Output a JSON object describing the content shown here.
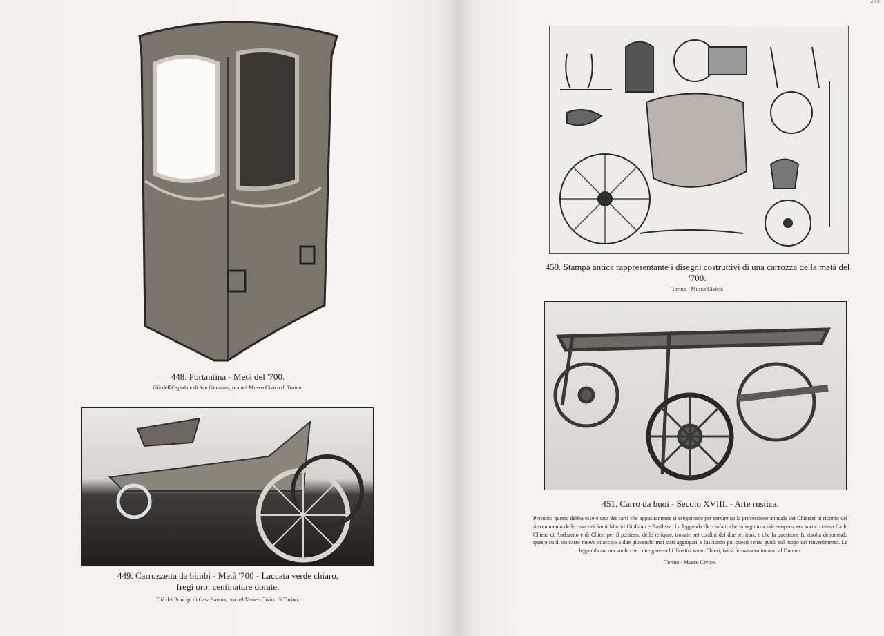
{
  "page_number": "245",
  "figures": [
    {
      "number_title": "448. Portantina - Metà del '700.",
      "credit": "Già dell'Ospedale di San Giovanni, ora nel Museo Civico di Torino."
    },
    {
      "number_title": "449. Carrozzetta da bimbi - Metà '700 - Laccata verde chiaro,",
      "number_title_2": "fregi oro: centinature dorate.",
      "credit": "Già dei Principi di Casa Savoia, ora nel Museo Civico di Torino."
    },
    {
      "number_title": "450. Stampa antica rappresentante i disegni costruttivi di una carrozza della metà del '700.",
      "credit": "Torino - Museo Civico."
    },
    {
      "number_title": "451. Carro da buoi - Secolo XVIII. - Arte rustica.",
      "description": "Presumo questo debba essere uno dei carri che appositamente si eseguivano per servire nella processione annuale dei Chieresi in ricordo del rinvenimento delle ossa dei Santi Martiri Giuliano e Basilissa. La leggenda dice infatti che in seguito a tale scoperta era sorta contesa fra le Chiese di Andezeno e di Chieri per il possesso delle reliquie, trovate nei confini dei due territori, e che la questione fu risolta deponendo queste su di un carro nuovo attaccato a due giovenchi mai stati aggiogati, e lasciando poi questi senza guida sul luogo del rinvenimento. La leggenda ancora vuole che i due giovenchi direttisi verso Chieri, ivi si fermassero innanzi al Duomo.",
      "credit": "Torino - Museo Civico."
    }
  ]
}
